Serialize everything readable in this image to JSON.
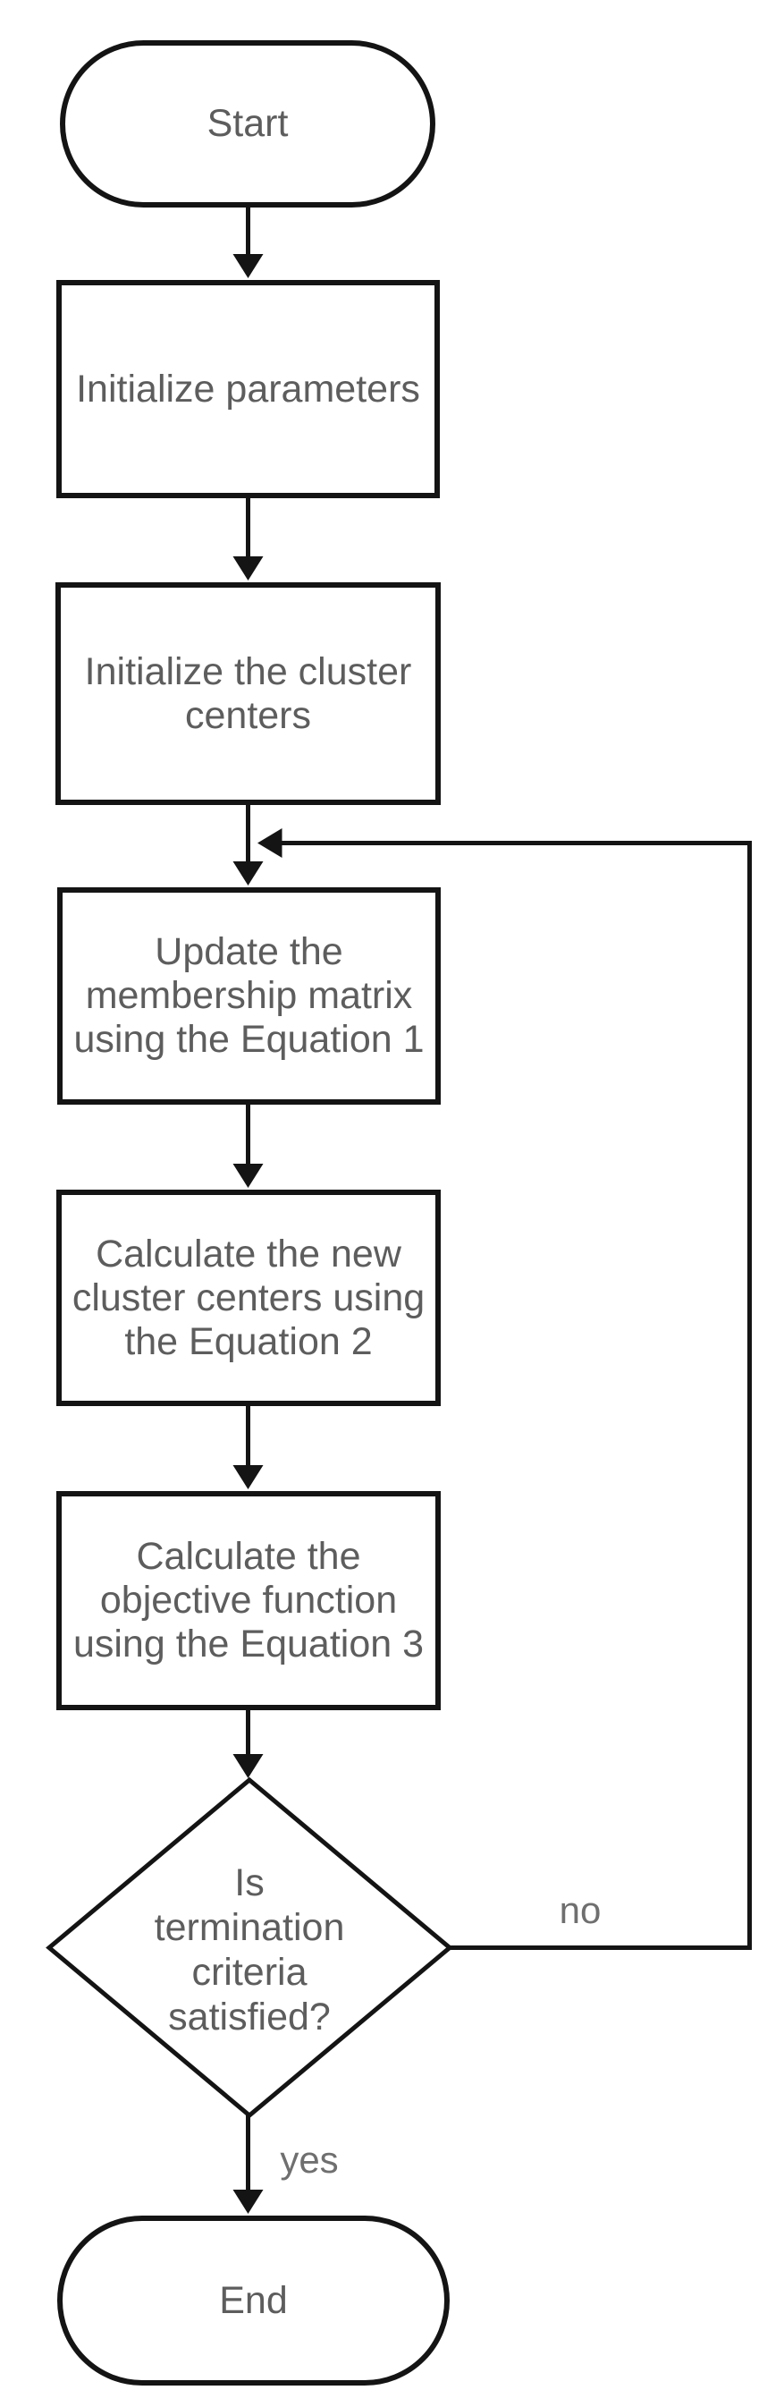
{
  "flowchart": {
    "nodes": [
      {
        "id": "start",
        "type": "terminator",
        "label": "Start"
      },
      {
        "id": "initialize-parameters",
        "type": "process",
        "label": "Initialize parameters"
      },
      {
        "id": "initialize-cluster-centers",
        "type": "process",
        "label": "Initialize the cluster\ncenters"
      },
      {
        "id": "update-membership-matrix",
        "type": "process",
        "label": "Update the\nmembership matrix\nusing the Equation 1"
      },
      {
        "id": "calculate-new-cluster-centers",
        "type": "process",
        "label": "Calculate the new\ncluster centers using\nthe Equation 2"
      },
      {
        "id": "calculate-objective-function",
        "type": "process",
        "label": "Calculate the\nobjective function\nusing the Equation 3"
      },
      {
        "id": "termination-decision",
        "type": "decision",
        "label": "Is\ntermination\ncriteria\nsatisfied?"
      },
      {
        "id": "end",
        "type": "terminator",
        "label": "End"
      }
    ],
    "edges": [
      {
        "from": "start",
        "to": "initialize-parameters",
        "label": ""
      },
      {
        "from": "initialize-parameters",
        "to": "initialize-cluster-centers",
        "label": ""
      },
      {
        "from": "initialize-cluster-centers",
        "to": "update-membership-matrix",
        "label": ""
      },
      {
        "from": "update-membership-matrix",
        "to": "calculate-new-cluster-centers",
        "label": ""
      },
      {
        "from": "calculate-new-cluster-centers",
        "to": "calculate-objective-function",
        "label": ""
      },
      {
        "from": "calculate-objective-function",
        "to": "termination-decision",
        "label": ""
      },
      {
        "from": "termination-decision",
        "to": "update-membership-matrix",
        "label": "no"
      },
      {
        "from": "termination-decision",
        "to": "end",
        "label": "yes"
      }
    ],
    "colors": {
      "background": "#ffffff",
      "shape_fill": "#ffffff",
      "line": "#141414",
      "node_text": "#5d5d5d",
      "edge_label_text": "#6f6f6f"
    }
  }
}
